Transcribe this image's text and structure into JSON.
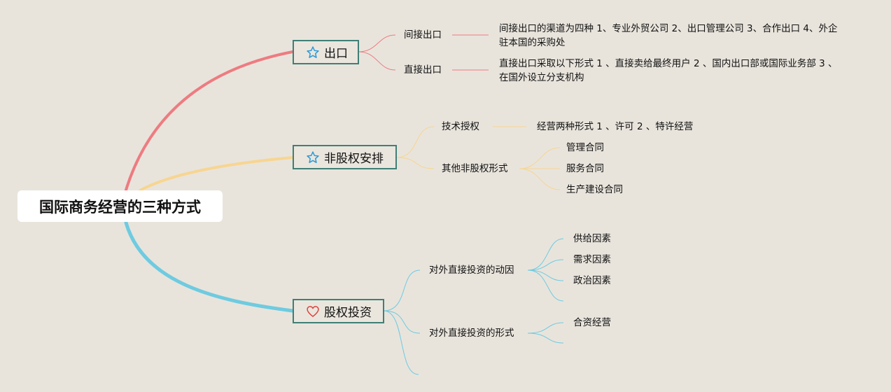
{
  "root": {
    "label": "国际商务经营的三种方式"
  },
  "branches": [
    {
      "label": "出口",
      "icon": "star-icon",
      "color": "#ee7b80",
      "children": [
        {
          "label": "间接出口",
          "note": "间接出口的渠道为四种 1、专业外贸公司 2、出口管理公司 3、合作出口 4、外企驻本国的采购处"
        },
        {
          "label": "直接出口",
          "note": "直接出口采取以下形式 1 、直接卖给最终用户 2 、国内出口部或国际业务部 3 、在国外设立分支机构"
        }
      ]
    },
    {
      "label": "非股权安排",
      "icon": "star-icon",
      "color": "#f8d590",
      "children": [
        {
          "label": "技术授权",
          "note": "经营两种形式 1 、许可 2 、特许经营"
        },
        {
          "label": "其他非股权形式",
          "items": [
            "管理合同",
            "服务合同",
            "生产建设合同"
          ]
        }
      ]
    },
    {
      "label": "股权投资",
      "icon": "heart-icon",
      "color": "#6ecbe0",
      "children": [
        {
          "label": "对外直接投资的动因",
          "items": [
            "供给因素",
            "需求因素",
            "政治因素",
            ""
          ]
        },
        {
          "label": "对外直接投资的形式",
          "items": [
            "合资经营",
            ""
          ]
        },
        {
          "label": ""
        }
      ]
    }
  ],
  "colors": {
    "background": "#e8e4dc",
    "branch_border": "#3f7f76",
    "star_icon": "#2c9ad6",
    "heart_icon": "#d9453b"
  }
}
